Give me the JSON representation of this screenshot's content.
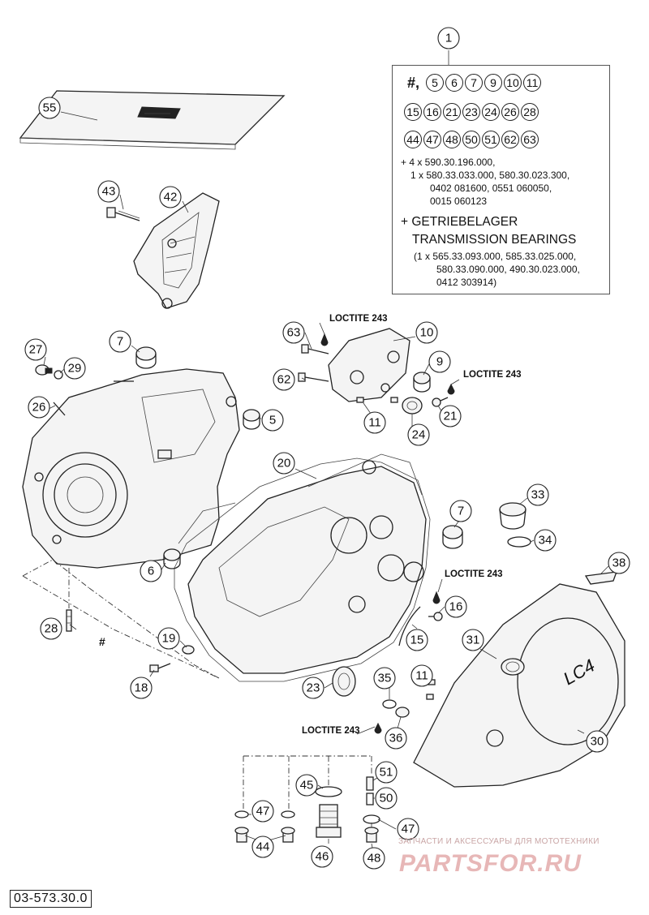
{
  "diagram_number": "03-573.30.0",
  "legend": {
    "callout": "1",
    "symbol": "#,",
    "row1": [
      "5",
      "6",
      "7",
      "9",
      "10",
      "11"
    ],
    "row2": [
      "15",
      "16",
      "21",
      "23",
      "24",
      "26",
      "28"
    ],
    "row3": [
      "44",
      "47",
      "48",
      "50",
      "51",
      "62",
      "63"
    ],
    "line1": "+ 4 x 590.30.196.000,",
    "line2": "1 x 580.33.033.000, 580.30.023.300,",
    "line3": "0402 081600, 0551 060050,",
    "line4": "0015 060123",
    "heading1": "+ GETRIEBELAGER",
    "heading2": "TRANSMISSION BEARINGS",
    "line5": "(1 x 565.33.093.000, 585.33.025.000,",
    "line6": "580.33.090.000, 490.30.023.000,",
    "line7": "0412 303914)"
  },
  "notes": {
    "loctite": "LOCTITE 243",
    "hash": "#"
  },
  "cover_text": {
    "lc4": "LC4"
  },
  "callouts": {
    "c5": "5",
    "c6": "6",
    "c7a": "7",
    "c7b": "7",
    "c9": "9",
    "c10": "10",
    "c11a": "11",
    "c11b": "11",
    "c15": "15",
    "c16": "16",
    "c18": "18",
    "c19": "19",
    "c20": "20",
    "c21": "21",
    "c23": "23",
    "c24": "24",
    "c26": "26",
    "c27": "27",
    "c28": "28",
    "c29": "29",
    "c30": "30",
    "c31": "31",
    "c33": "33",
    "c34": "34",
    "c35": "35",
    "c36": "36",
    "c38": "38",
    "c42": "42",
    "c43": "43",
    "c44": "44",
    "c45": "45",
    "c46": "46",
    "c47a": "47",
    "c47b": "47",
    "c48": "48",
    "c50": "50",
    "c51": "51",
    "c55": "55",
    "c62": "62",
    "c63": "63"
  },
  "watermark": {
    "tagline": "ЗАПЧАСТИ И АКСЕССУАРЫ ДЛЯ МОТОТЕХНИКИ",
    "logo": "PARTSFOR.RU"
  }
}
